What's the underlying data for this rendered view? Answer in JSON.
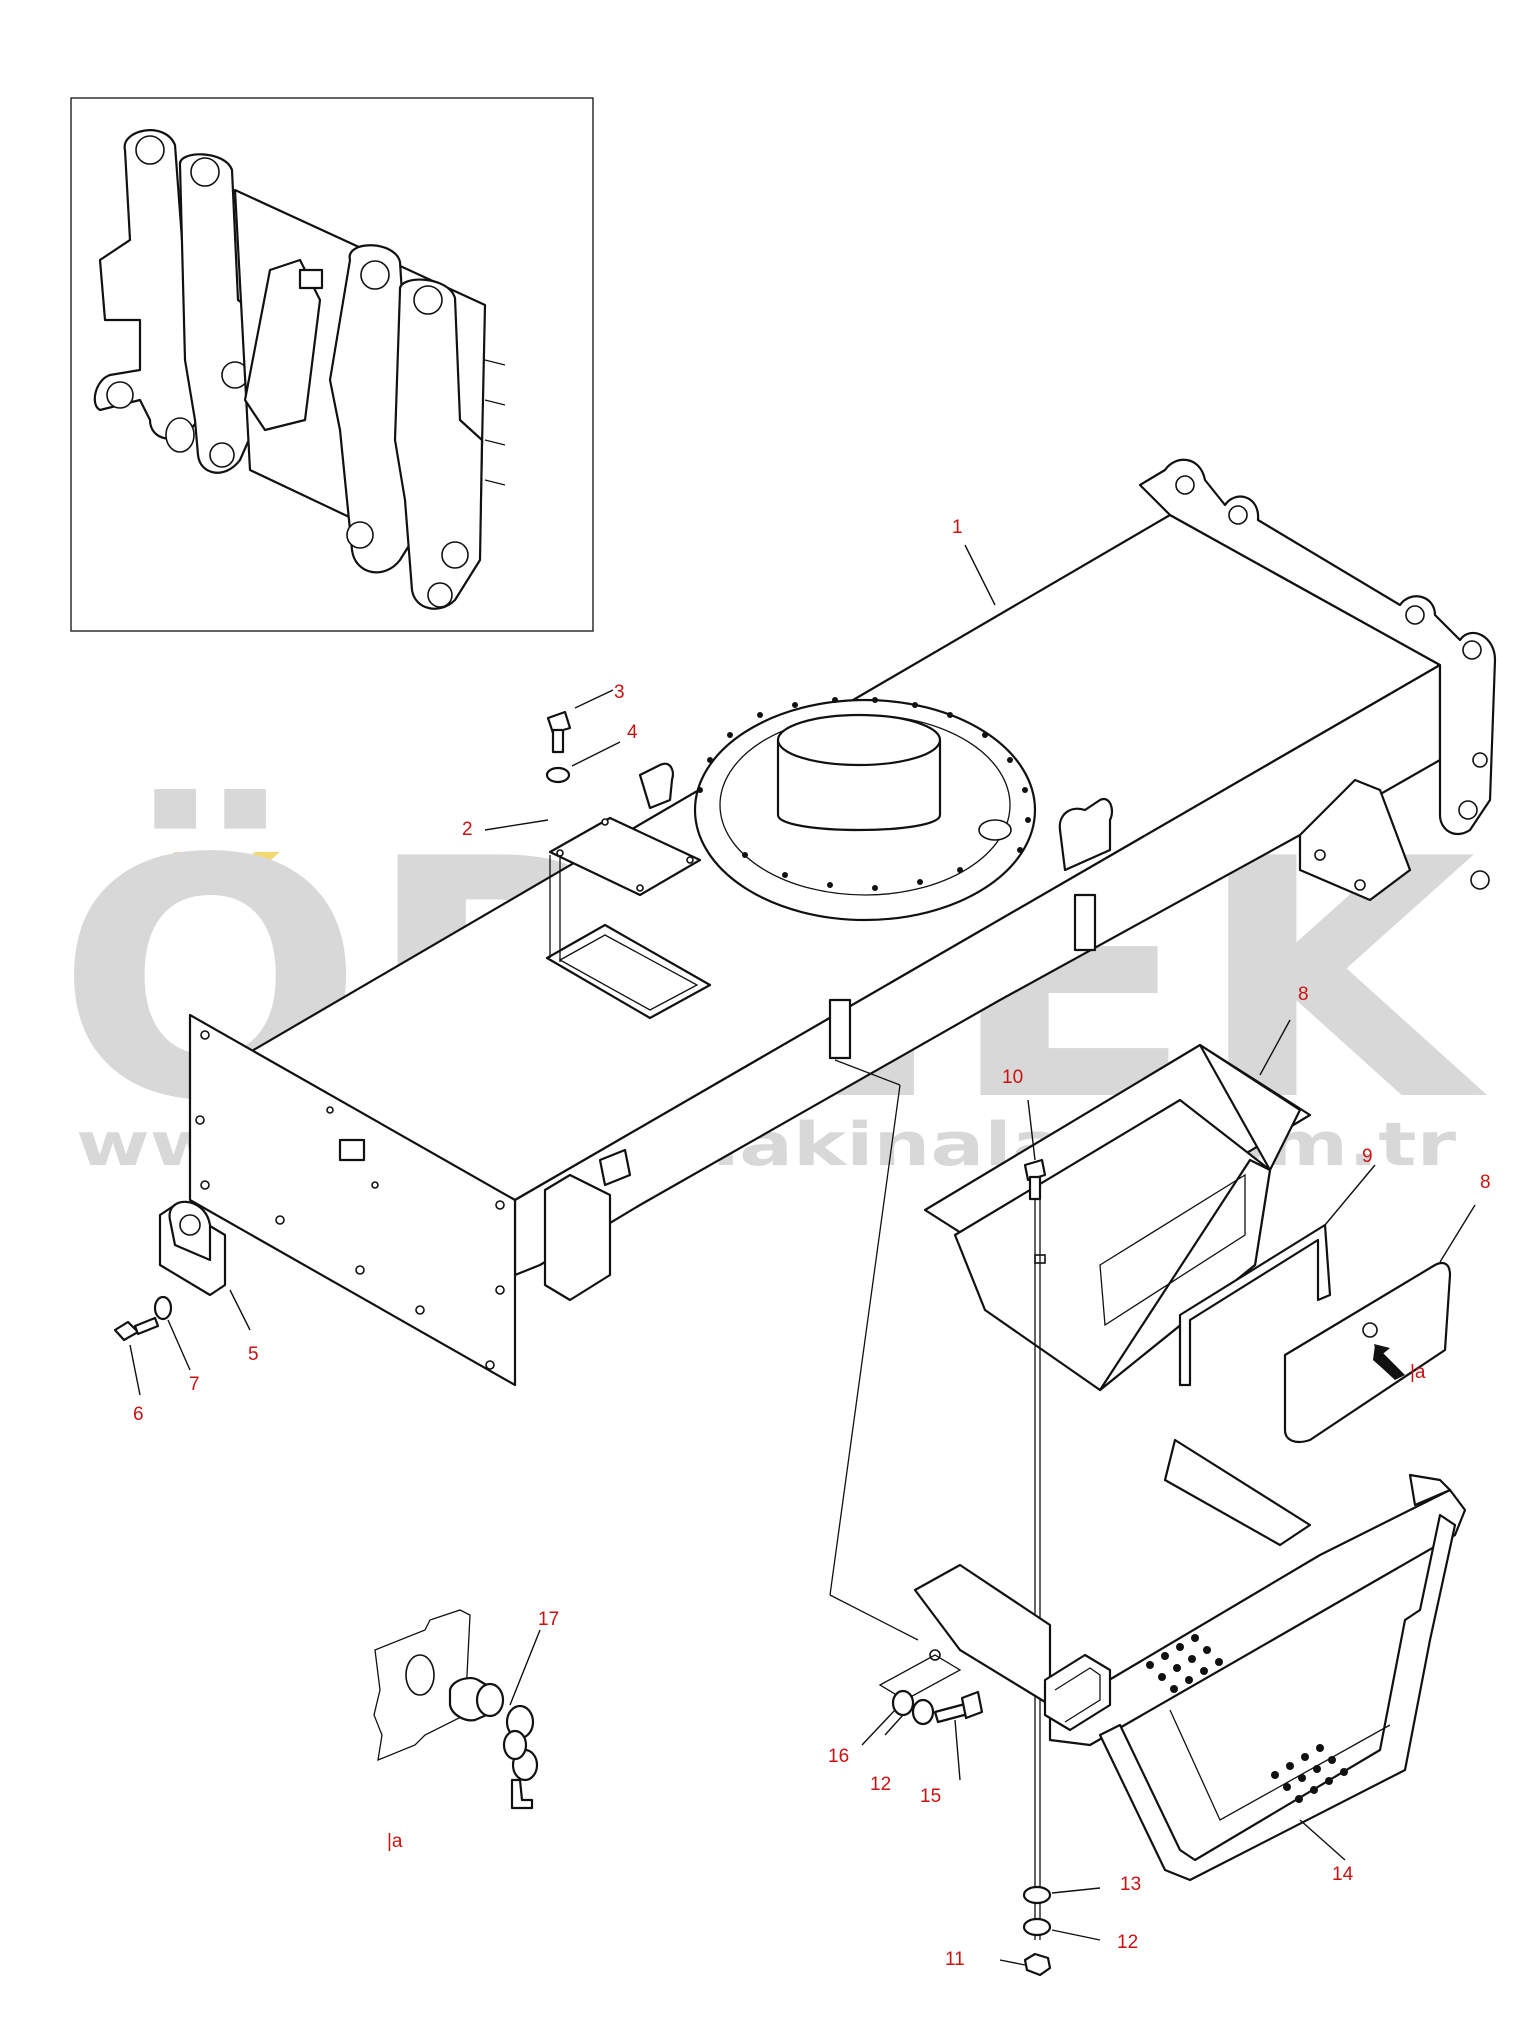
{
  "watermark": {
    "brand": "ÖRNEK",
    "url": "www.ornekismakinalari.com.tr",
    "brand_color": "#d9d9d9",
    "accent_color": "#f2d875"
  },
  "callout_color": "#cc1111",
  "callouts": {
    "c1": "1",
    "c2": "2",
    "c3": "3",
    "c4": "4",
    "c5": "5",
    "c6": "6",
    "c7": "7",
    "c8a": "8",
    "c8b": "8",
    "c9": "9",
    "c10": "10",
    "c11": "11",
    "c12a": "12",
    "c12b": "12",
    "c13": "13",
    "c14": "14",
    "c15": "15",
    "c16": "16",
    "c17": "17"
  },
  "references": {
    "ref_plate": "|a",
    "ref_key": "|a"
  }
}
